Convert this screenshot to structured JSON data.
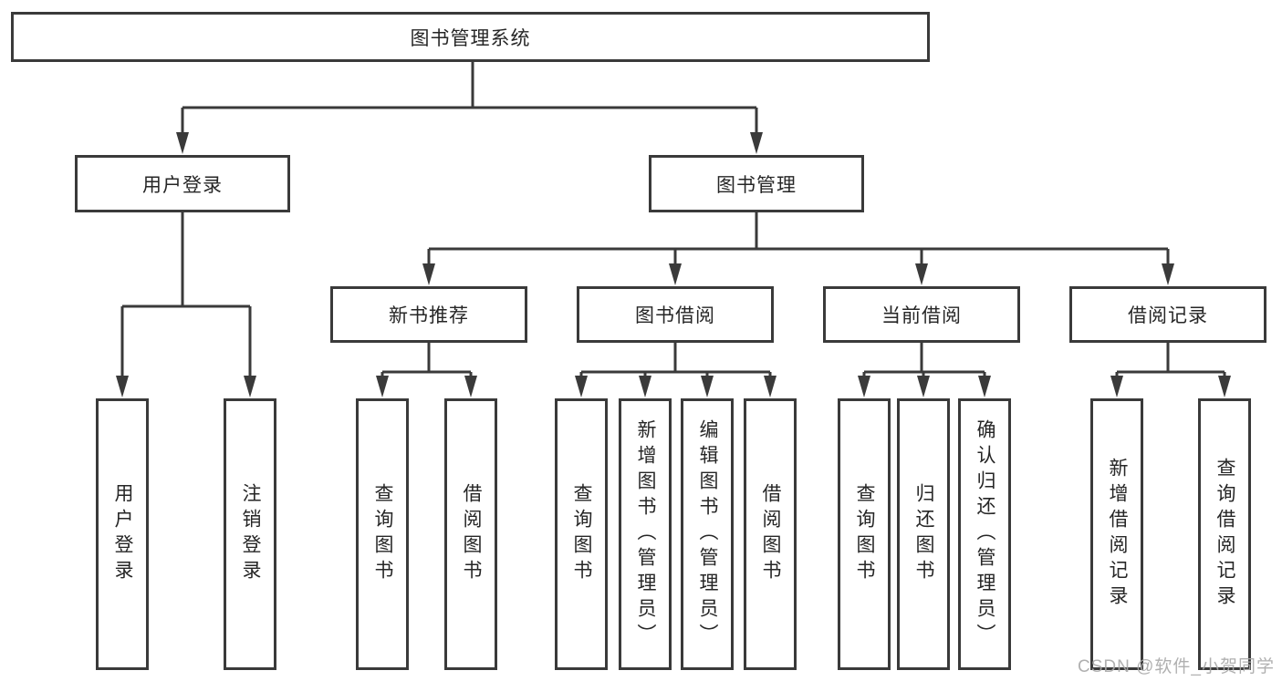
{
  "tree": {
    "root": {
      "label": "图书管理系统"
    },
    "branches": [
      {
        "label": "用户登录",
        "leaves": [
          "用户登录",
          "注销登录"
        ]
      },
      {
        "label": "图书管理",
        "groups": [
          {
            "label": "新书推荐",
            "leaves": [
              "查询图书",
              "借阅图书"
            ]
          },
          {
            "label": "图书借阅",
            "leaves": [
              "查询图书",
              "新增图书（管理员）",
              "编辑图书（管理员）",
              "借阅图书"
            ]
          },
          {
            "label": "当前借阅",
            "leaves": [
              "查询图书",
              "归还图书",
              "确认归还（管理员）"
            ]
          },
          {
            "label": "借阅记录",
            "leaves": [
              "新增借阅记录",
              "查询借阅记录"
            ]
          }
        ]
      }
    ]
  },
  "watermark": {
    "text": "CSDN @软件_小贺同学"
  },
  "colors": {
    "line": "#3a3a3a",
    "box_border": "#3a3a3a",
    "text": "#262626",
    "watermark": "#a8a8a8",
    "background": "#ffffff"
  }
}
